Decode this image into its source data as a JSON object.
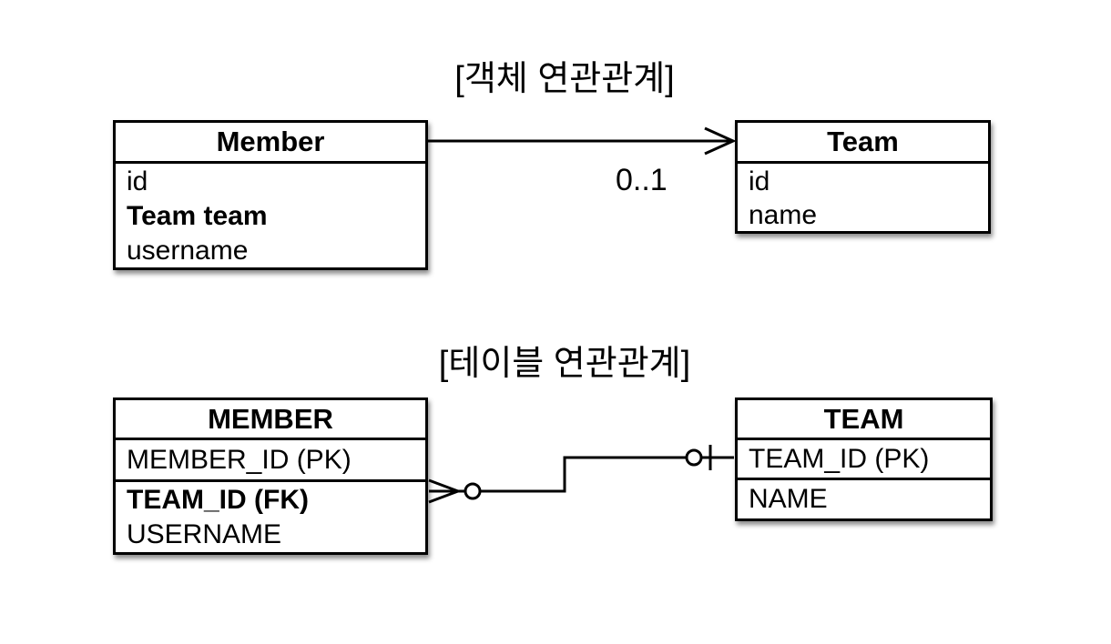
{
  "object_diagram": {
    "title": "[객체 연관관계]",
    "member": {
      "name": "Member",
      "fields": [
        "id",
        "Team team",
        "username"
      ]
    },
    "team": {
      "name": "Team",
      "fields": [
        "id",
        "name"
      ]
    },
    "multiplicity": "0..1"
  },
  "table_diagram": {
    "title": "[테이블 연관관계]",
    "member": {
      "name": "MEMBER",
      "primary_key": "MEMBER_ID (PK)",
      "fields": [
        "TEAM_ID (FK)",
        "USERNAME"
      ]
    },
    "team": {
      "name": "TEAM",
      "primary_key": "TEAM_ID (PK)",
      "fields": [
        "NAME"
      ]
    }
  },
  "colors": {
    "line": "#000000",
    "background": "#ffffff",
    "box_fill": "#ffffff"
  }
}
